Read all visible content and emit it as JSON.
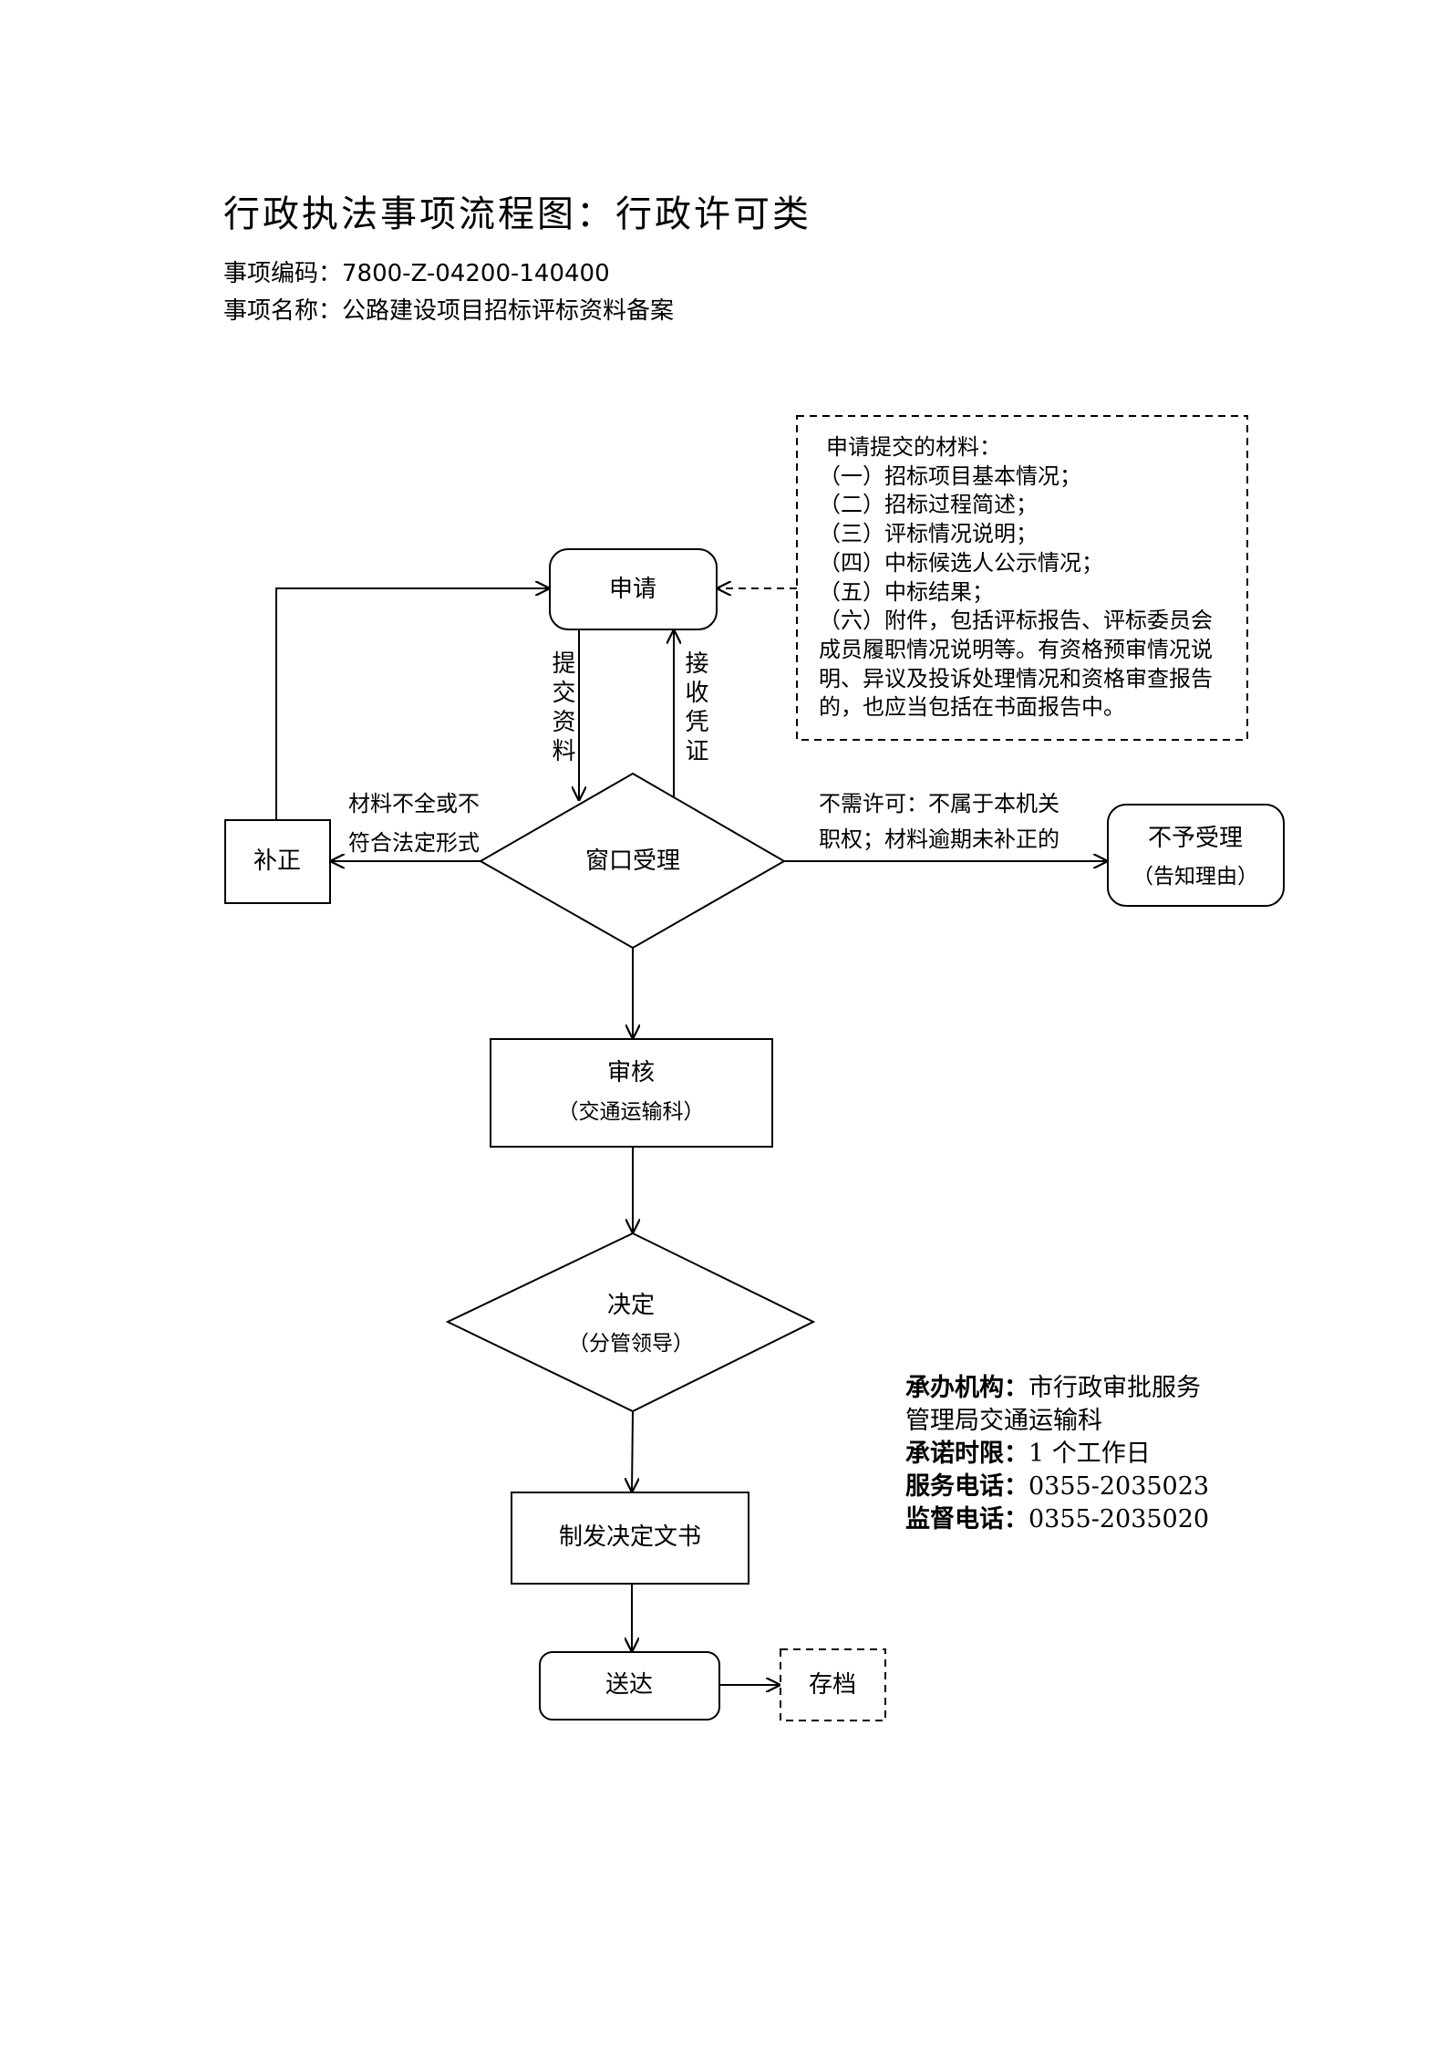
{
  "header": {
    "title": "行政执法事项流程图：行政许可类",
    "code_label": "事项编码：",
    "code": "7800-Z-04200-140400",
    "name_label": "事项名称：",
    "name": "公路建设项目招标评标资料备案"
  },
  "materials": {
    "heading": "申请提交的材料：",
    "items": [
      "（一）招标项目基本情况；",
      "（二）招标过程简述；",
      "（三）评标情况说明；",
      "（四）中标候选人公示情况；",
      "（五）中标结果；",
      "（六）附件，包括评标报告、评标委员会成员履职情况说明等。有资格预审情况说明、异议及投诉处理情况和资格审查报告的，也应当包括在书面报告中。"
    ]
  },
  "flow": {
    "apply": "申请",
    "submit_materials": "提交资料",
    "receive_receipt": "接收凭证",
    "window_acceptance": "窗口受理",
    "correction": "补正",
    "incomplete_condition": "材料不全或不符合法定形式",
    "rejection_condition": "不需许可：不属于本机关职权；材料逾期未补正的",
    "reject": {
      "title": "不予受理",
      "note": "（告知理由）"
    },
    "review": {
      "title": "审核",
      "dept": "（交通运输科）"
    },
    "decision": {
      "title": "决定",
      "by": "（分管领导）"
    },
    "issue_document": "制发决定文书",
    "deliver": "送达",
    "archive": "存档"
  },
  "info": {
    "org_label": "承办机构：",
    "org": "市行政审批服务管理局交通运输科",
    "deadline_label": "承诺时限：",
    "deadline": "1 个工作日",
    "service_phone_label": "服务电话：",
    "service_phone": "0355-2035023",
    "supervise_phone_label": "监督电话：",
    "supervise_phone": "0355-2035020"
  },
  "colors": {
    "line": "#000000",
    "background": "#ffffff"
  }
}
